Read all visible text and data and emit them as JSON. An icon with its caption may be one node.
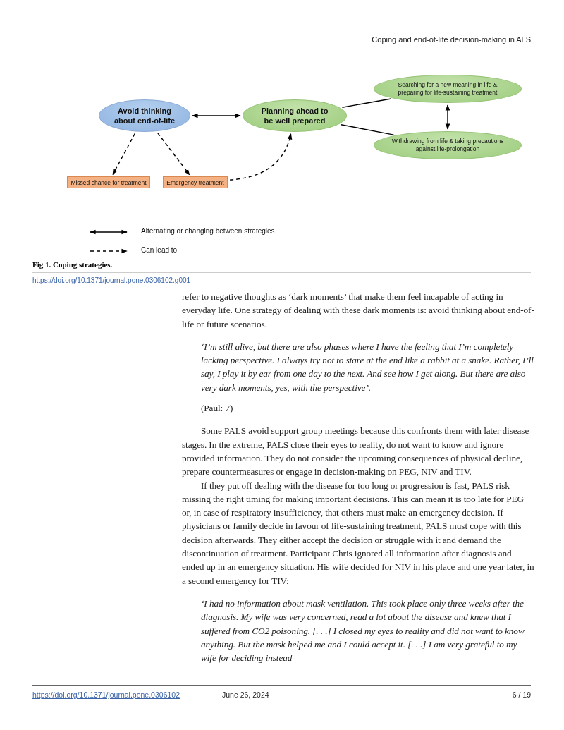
{
  "diagram": {
    "caption": "Fig 1. Coping strategies.",
    "nodes": [
      {
        "text": [
          "Avoid thinking about end-of-life"
        ]
      },
      {
        "text": [
          "Planning ahead to be well prepared"
        ]
      },
      {
        "text": [
          "Searching for a new meaning in life & preparing for life-sustaining treatment"
        ]
      },
      {
        "text": [
          "Withdrawing from life & taking precautions against life-prolongation"
        ]
      },
      {
        "text": [
          "Missed chance for treatment"
        ]
      },
      {
        "text": [
          "Emergency treatment"
        ]
      }
    ],
    "edges": [
      {
        "from": 0,
        "to": 1,
        "arrow": "both"
      },
      {
        "from": 1,
        "to": 2,
        "arrow": "none"
      },
      {
        "from": 1,
        "to": 3,
        "arrow": "none"
      },
      {
        "from": 2,
        "to": 3,
        "arrow": "both"
      },
      {
        "from": 0,
        "to": 4,
        "arrow": "to",
        "style": "dashed"
      },
      {
        "from": 0,
        "to": 5,
        "arrow": "to",
        "style": "dashed"
      },
      {
        "from": 5,
        "to": 1,
        "arrow": "to",
        "style": "dashed"
      }
    ],
    "labels": [
      "Coping and end-of-life decision-making in ALS",
      "https://doi.org/10.1371/journal.pone.0306102.g001",
      "refer to negative thoughts as ‘dark moments’ that make them feel incapable of acting in everyday life. One strategy of dealing with these dark moments is: avoid thinking about end-of-life or future scenarios.",
      "‘I’m still alive, but there are also phases where I have the feeling that I’m completely lacking perspective. I always try not to stare at the end like a rabbit at a snake. Rather, I’ll say, I play it by ear from one day to the next. And see how I get along. But there are also very dark moments, yes, with the perspective’.",
      "(Paul: 7)",
      "Some PALS avoid support group meetings because this confronts them with later disease stages. In the extreme, PALS close their eyes to reality, do not want to know and ignore provided information. They do not consider the upcoming consequences of physical decline, prepare countermeasures or engage in decision-making on PEG, NIV and TIV.",
      "If they put off dealing with the disease for too long or progression is fast, PALS risk missing the right timing for making important decisions. This can mean it is too late for PEG or, in case of respiratory insufficiency, that others must make an emergency decision. If physicians or family decide in favour of life-sustaining treatment, PALS must cope with this decision afterwards. They either accept the decision or struggle with it and demand the discontinuation of treatment. Participant Chris ignored all information after diagnosis and ended up in an emergency situation. His wife decided for NIV in his place and one year later, in a second emergency for TIV:",
      "‘I had no information about mask ventilation. This took place only three weeks after the diagnosis. My wife was very concerned, read a lot about the disease and knew that I suffered from CO2 poisoning. [. . .] I closed my eyes to reality and did not want to know anything. But the mask helped me and I could accept it. [. . .] I am very grateful to my wife for deciding instead",
      "https://doi.org/10.1371/journal.pone.0306102",
      "June 26, 2024",
      "6 / 19"
    ],
    "legend": [
      {
        "text": "Alternating or changing between strategies"
      },
      {
        "text": "Can lead to"
      }
    ]
  }
}
